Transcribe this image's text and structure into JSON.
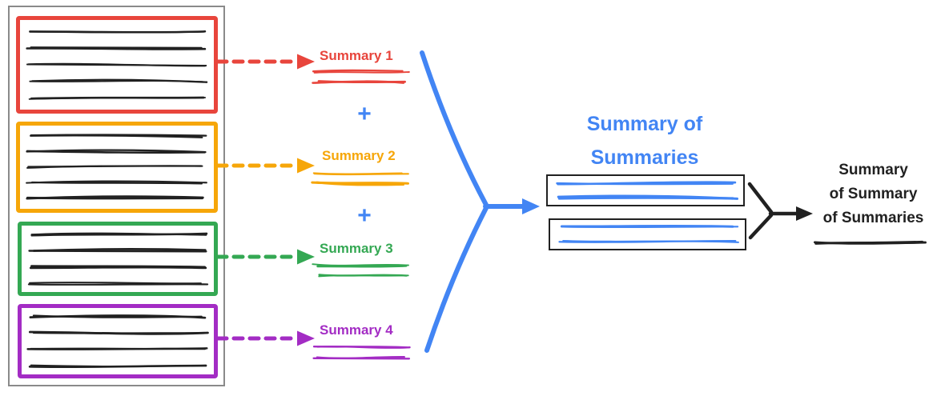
{
  "colors": {
    "red": "#E8453C",
    "yellow": "#F6A609",
    "green": "#34A853",
    "purple": "#A32CC4",
    "blue": "#4285F4",
    "ink": "#212121",
    "gray": "#8A8A8A"
  },
  "source_documents": [
    {
      "id": 1,
      "color": "red",
      "text_lines": 5
    },
    {
      "id": 2,
      "color": "yellow",
      "text_lines": 5
    },
    {
      "id": 3,
      "color": "green",
      "text_lines": 4
    },
    {
      "id": 4,
      "color": "purple",
      "text_lines": 4
    }
  ],
  "summaries": [
    {
      "label": "Summary 1",
      "color": "red"
    },
    {
      "label": "Summary 2",
      "color": "yellow"
    },
    {
      "label": "Summary 3",
      "color": "green"
    },
    {
      "label": "Summary 4",
      "color": "purple"
    }
  ],
  "operators": {
    "plus": "+"
  },
  "summary_of_summaries": {
    "title_lines": [
      "Summary of",
      "Summaries"
    ],
    "box_count": 2,
    "box_text_lines": 2
  },
  "final_summary": {
    "label_lines": [
      "Summary",
      "of Summary",
      "of Summaries"
    ],
    "underline_lines": 1
  }
}
